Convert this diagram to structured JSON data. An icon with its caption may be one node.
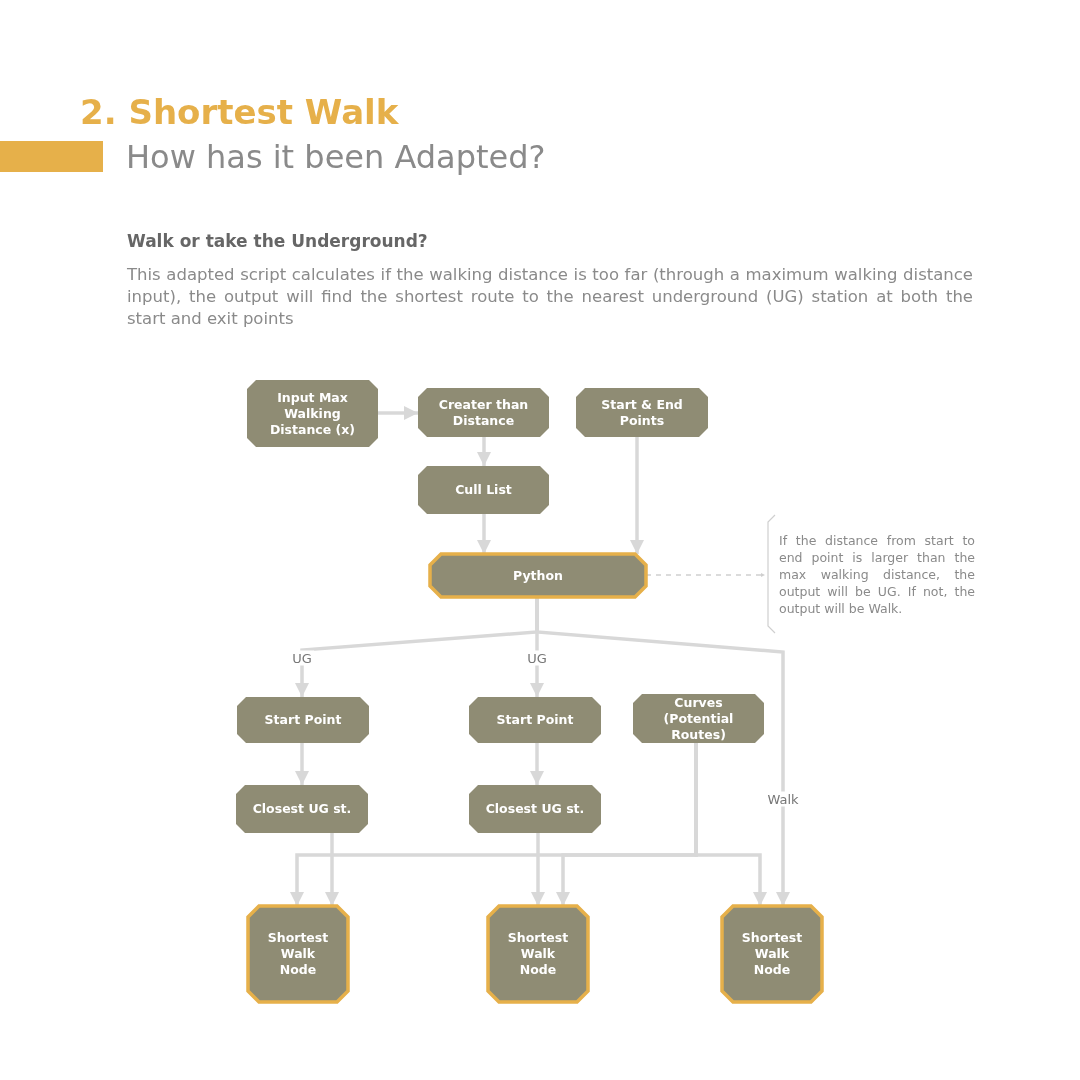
{
  "diagram": {
    "title": "2. Shortest Walk",
    "nodes": [
      {
        "text": [
          "Input Max Walking Distance (x)"
        ]
      },
      {
        "text": [
          "Creater than Distance"
        ]
      },
      {
        "text": [
          "Start & End Points"
        ]
      },
      {
        "text": [
          "Cull List"
        ]
      },
      {
        "text": [
          "Python"
        ]
      },
      {
        "text": [
          "If the distance from start to end point is larger than the max walking distance, the output will be UG. If not, the output will be Walk."
        ]
      },
      {
        "text": [
          "Start Point"
        ]
      },
      {
        "text": [
          "Start Point"
        ]
      },
      {
        "text": [
          "Curves (Potential Routes)"
        ]
      },
      {
        "text": [
          "Closest UG st."
        ]
      },
      {
        "text": [
          "Closest UG st."
        ]
      },
      {
        "text": [
          "Shortest Walk Node"
        ]
      },
      {
        "text": [
          "Shortest Walk Node"
        ]
      },
      {
        "text": [
          "Shortest Walk Node"
        ]
      }
    ],
    "edges": [
      {
        "from": 0,
        "to": 1,
        "arrow": "to"
      },
      {
        "from": 1,
        "to": 3,
        "arrow": "to"
      },
      {
        "from": 3,
        "to": 4,
        "arrow": "to"
      },
      {
        "from": 2,
        "to": 4,
        "arrow": "to"
      },
      {
        "from": 4,
        "to": 5,
        "arrow": "to",
        "style": "dashed",
        "color": "#cfcfcf"
      },
      {
        "from": 4,
        "to": 6,
        "arrow": "to",
        "label": "UG"
      },
      {
        "from": 4,
        "to": 7,
        "arrow": "to",
        "label": "UG"
      },
      {
        "from": 4,
        "to": 13,
        "arrow": "to",
        "label": "Walk"
      },
      {
        "from": 6,
        "to": 9,
        "arrow": "to"
      },
      {
        "from": 7,
        "to": 10,
        "arrow": "to"
      },
      {
        "from": 9,
        "to": 11,
        "arrow": "to"
      },
      {
        "from": 10,
        "to": 12,
        "arrow": "to"
      },
      {
        "from": 8,
        "to": 11,
        "arrow": "to"
      },
      {
        "from": 8,
        "to": 12,
        "arrow": "to"
      },
      {
        "from": 8,
        "to": 13,
        "arrow": "to"
      }
    ],
    "labels": [
      "How has it been Adapted?",
      "Walk or take the Underground?",
      "This adapted script calculates if the walking distance is too far (through a maximum walking distance input), the output will find the shortest route to the nearest underground (UG) station at both the start and exit points"
    ]
  }
}
